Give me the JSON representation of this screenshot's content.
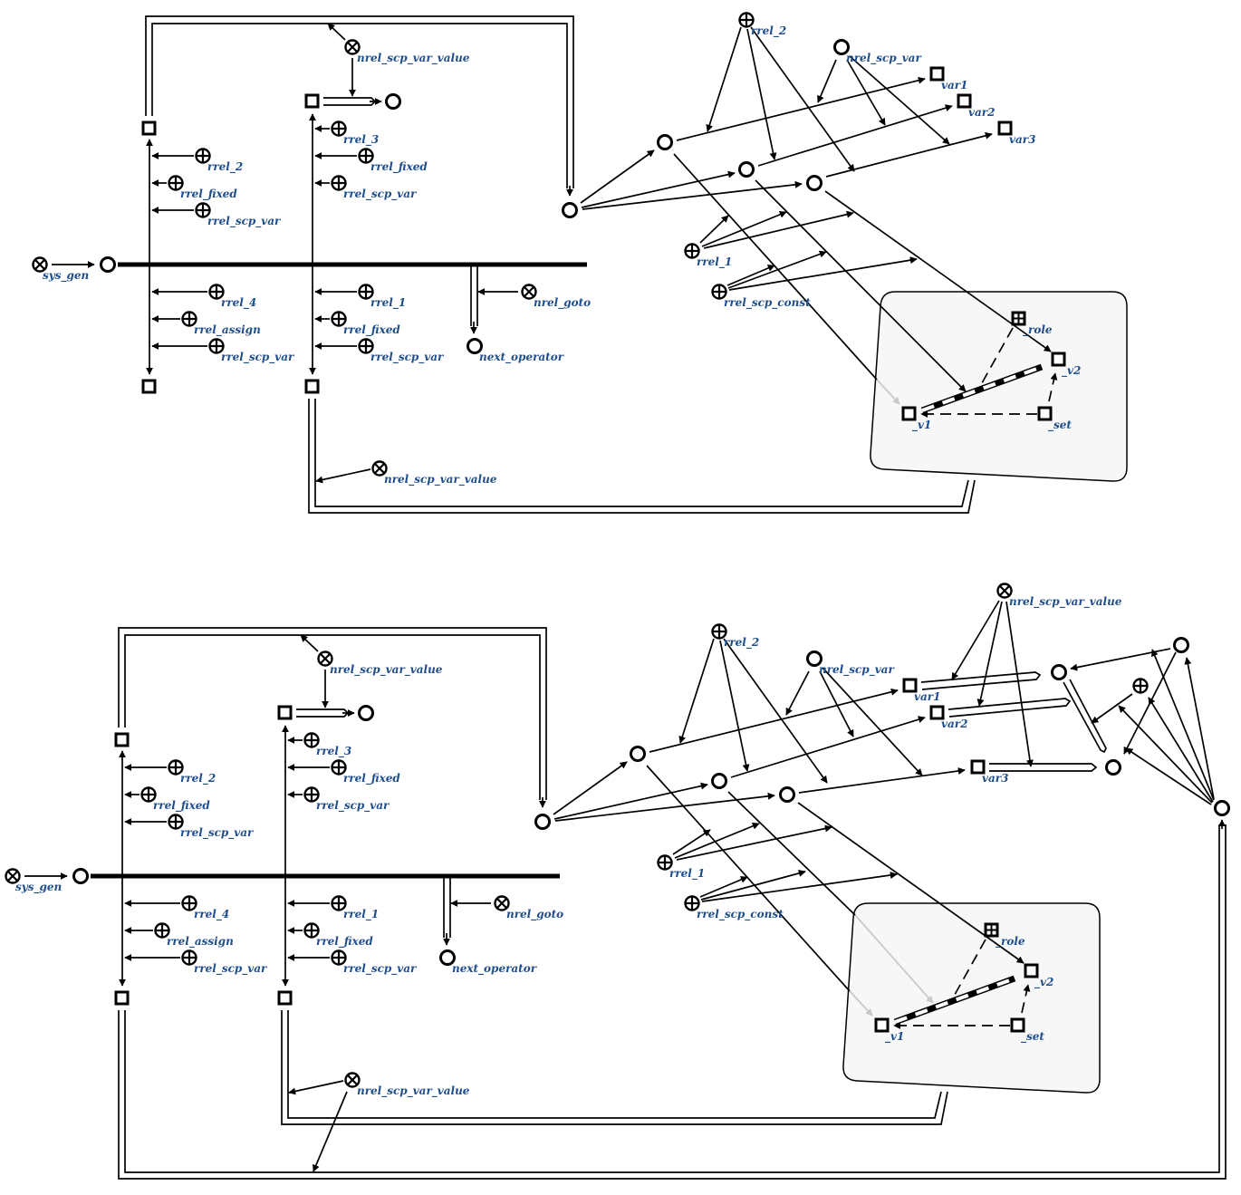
{
  "diagram": {
    "top": {
      "labels": {
        "sys_gen": "sys_gen",
        "nrel_scp_var_value_a": "nrel_scp_var_value",
        "rrel_3": "rrel_3",
        "rrel_fixed_a": "rrel_fixed",
        "rrel_scp_var_a": "rrel_scp_var",
        "rrel_2_a": "rrel_2",
        "rrel_fixed_b": "rrel_fixed",
        "rrel_scp_var_b": "rrel_scp_var",
        "rrel_4": "rrel_4",
        "rrel_assign": "rrel_assign",
        "rrel_scp_var_c": "rrel_scp_var",
        "rrel_1_a": "rrel_1",
        "rrel_fixed_c": "rrel_fixed",
        "rrel_scp_var_d": "rrel_scp_var",
        "nrel_goto": "nrel_goto",
        "next_operator": "next_operator",
        "nrel_scp_var_value_b": "nrel_scp_var_value",
        "rrel_2_b": "rrel_2",
        "nrel_scp_var": "nrel_scp_var",
        "var1": "var1",
        "var2": "var2",
        "var3": "var3",
        "rrel_1_b": "rrel_1",
        "rrel_scp_const": "rrel_scp_const",
        "role": "_role",
        "v2": "_v2",
        "v1": "_v1",
        "set": "_set"
      }
    },
    "bottom": {
      "labels": {
        "sys_gen": "sys_gen",
        "nrel_scp_var_value_a": "nrel_scp_var_value",
        "rrel_3": "rrel_3",
        "rrel_fixed_a": "rrel_fixed",
        "rrel_scp_var_a": "rrel_scp_var",
        "rrel_2_a": "rrel_2",
        "rrel_fixed_b": "rrel_fixed",
        "rrel_scp_var_b": "rrel_scp_var",
        "rrel_4": "rrel_4",
        "rrel_assign": "rrel_assign",
        "rrel_scp_var_c": "rrel_scp_var",
        "rrel_1_a": "rrel_1",
        "rrel_fixed_c": "rrel_fixed",
        "rrel_scp_var_d": "rrel_scp_var",
        "nrel_goto": "nrel_goto",
        "next_operator": "next_operator",
        "nrel_scp_var_value_b": "nrel_scp_var_value",
        "rrel_2_b": "rrel_2",
        "nrel_scp_var": "nrel_scp_var",
        "var1": "var1",
        "var2": "var2",
        "var3": "var3",
        "rrel_1_b": "rrel_1",
        "rrel_scp_const": "rrel_scp_const",
        "role": "_role",
        "v2": "_v2",
        "v1": "_v1",
        "set": "_set",
        "nrel_scp_var_value_c": "nrel_scp_var_value"
      }
    }
  }
}
